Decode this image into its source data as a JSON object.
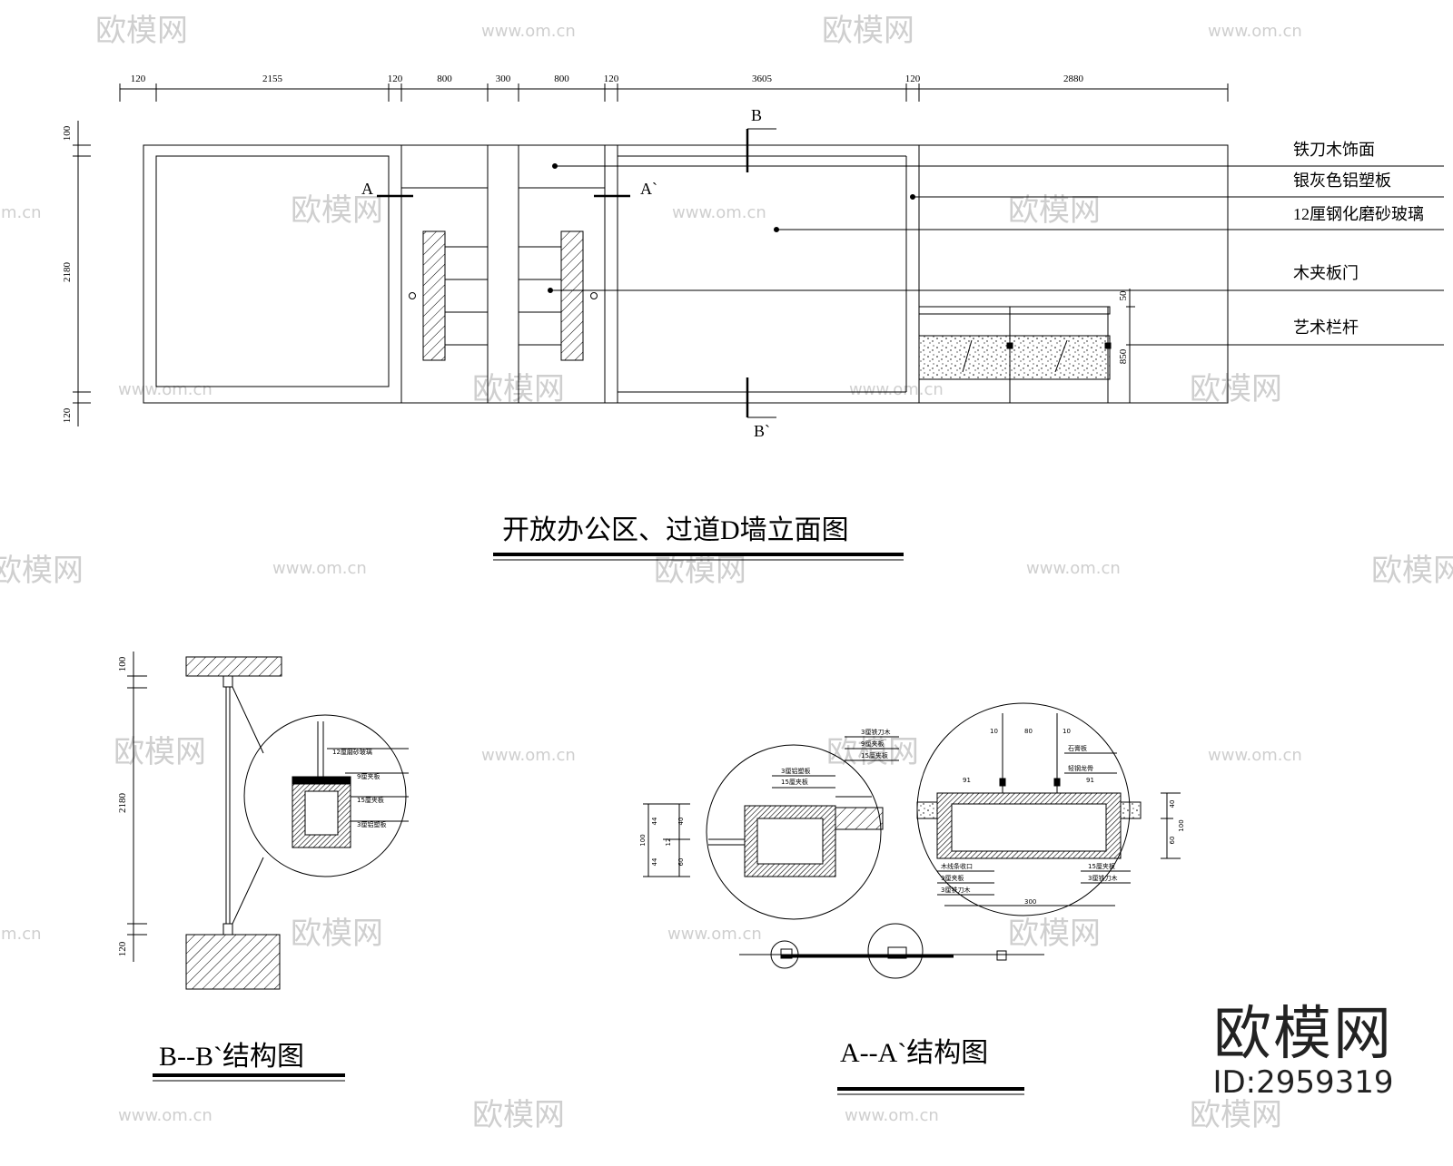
{
  "elevation": {
    "title": "开放办公区、过道D墙立面图",
    "top_dimensions": [
      "120",
      "2155",
      "120",
      "800",
      "300",
      "800",
      "120",
      "3605",
      "120",
      "2880"
    ],
    "left_dimensions": [
      "100",
      "2180",
      "120"
    ],
    "right_dimensions": [
      "50",
      "850"
    ],
    "section_markers": {
      "a_left": "A",
      "a_right": "A`",
      "b_top": "B",
      "b_bottom": "B`"
    },
    "callouts": [
      "铁刀木饰面",
      "银灰色铝塑板",
      "12厘钢化磨砂玻璃",
      "木夹板门",
      "艺术栏杆"
    ]
  },
  "section_b": {
    "title": "B--B`结构图",
    "left_dimensions": [
      "100",
      "2180",
      "120"
    ],
    "detail_labels": [
      "12厘磨砂玻璃",
      "9厘夹板",
      "15厘夹板",
      "3厘铝塑板"
    ]
  },
  "section_a": {
    "title": "A--A`结构图",
    "left_detail_labels": [
      "3厘铝塑板",
      "15厘夹板"
    ],
    "left_dimensions": [
      "44",
      "40",
      "100",
      "12",
      "44",
      "60"
    ],
    "top_labels": [
      "3厘铁刀木",
      "9厘夹板",
      "15厘夹板"
    ],
    "right_top_labels": [
      "石膏板",
      "轻钢龙骨"
    ],
    "right_inner_dims": [
      "10",
      "80",
      "10",
      "91",
      "91"
    ],
    "right_dims": [
      "40",
      "100",
      "60"
    ],
    "right_bottom_left_labels": [
      "木线条收口",
      "9厘夹板",
      "3厘铁刀木"
    ],
    "right_bottom_right_labels": [
      "15厘夹板",
      "3厘铁刀木"
    ],
    "width_label": "300"
  },
  "watermark": {
    "brand": "欧模网",
    "url": "www.om.cn",
    "url_short": "om.cn"
  },
  "brand": {
    "name": "欧模网",
    "id": "ID:2959319"
  }
}
